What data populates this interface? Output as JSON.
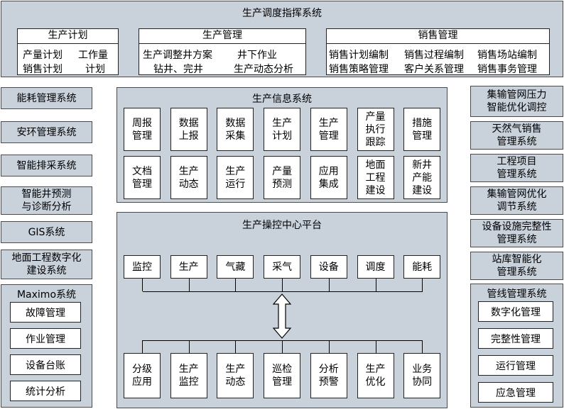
{
  "top": {
    "title": "生产调度指挥系统",
    "plan": {
      "title": "生产计划",
      "items": [
        "产量计划",
        "工作量",
        "销售计划",
        "计划"
      ]
    },
    "mgmt": {
      "title": "生产管理",
      "items": [
        "生产调整井方案",
        "井下作业",
        "钻井、完井",
        "生产动态分析"
      ]
    },
    "sales": {
      "title": "销售管理",
      "items": [
        "销售计划编制",
        "销售过程编制",
        "销售场站编制",
        "销售策略管理",
        "客户关系管理",
        "销售事务管理"
      ]
    }
  },
  "left": {
    "items": [
      "能耗管理系统",
      "安环管理系统",
      "智能排采系统",
      "智能井预测\n与诊断分析",
      "GIS系统",
      "地面工程数字化\n建设系统"
    ],
    "maximo": {
      "title": "Maximo系统",
      "items": [
        "故障管理",
        "作业管理",
        "设备台账",
        "统计分析"
      ]
    }
  },
  "right": {
    "items": [
      "集输管网压力\n智能优化调控",
      "天然气销售\n管理系统",
      "工程项目\n管理系统",
      "集输管网优化\n调节系统",
      "设备设施完整性\n管理系统",
      "站库智能化\n管理系统"
    ],
    "pipeline": {
      "title": "管线管理系统",
      "items": [
        "数字化管理",
        "完整性管理",
        "运行管理",
        "应急管理"
      ]
    }
  },
  "info": {
    "title": "生产信息系统",
    "row1": [
      "周报\n管理",
      "数据\n上报",
      "数据\n采集",
      "生产\n计划",
      "生产\n管理",
      "产量\n执行\n跟踪",
      "措施\n管理"
    ],
    "row2": [
      "文档\n管理",
      "生产\n动态",
      "生产\n运行",
      "产量\n预测",
      "应用\n集成",
      "地面\n工程\n建设",
      "新井\n产能\n建设"
    ]
  },
  "control": {
    "title": "生产操控中心平台",
    "row1": [
      "监控",
      "生产",
      "气藏",
      "采气",
      "设备",
      "调度",
      "能耗"
    ],
    "row2": [
      "分级\n应用",
      "生产\n监控",
      "生产\n动态",
      "巡检\n管理",
      "分析\n预警",
      "生产\n优化",
      "业务\n协同"
    ]
  }
}
